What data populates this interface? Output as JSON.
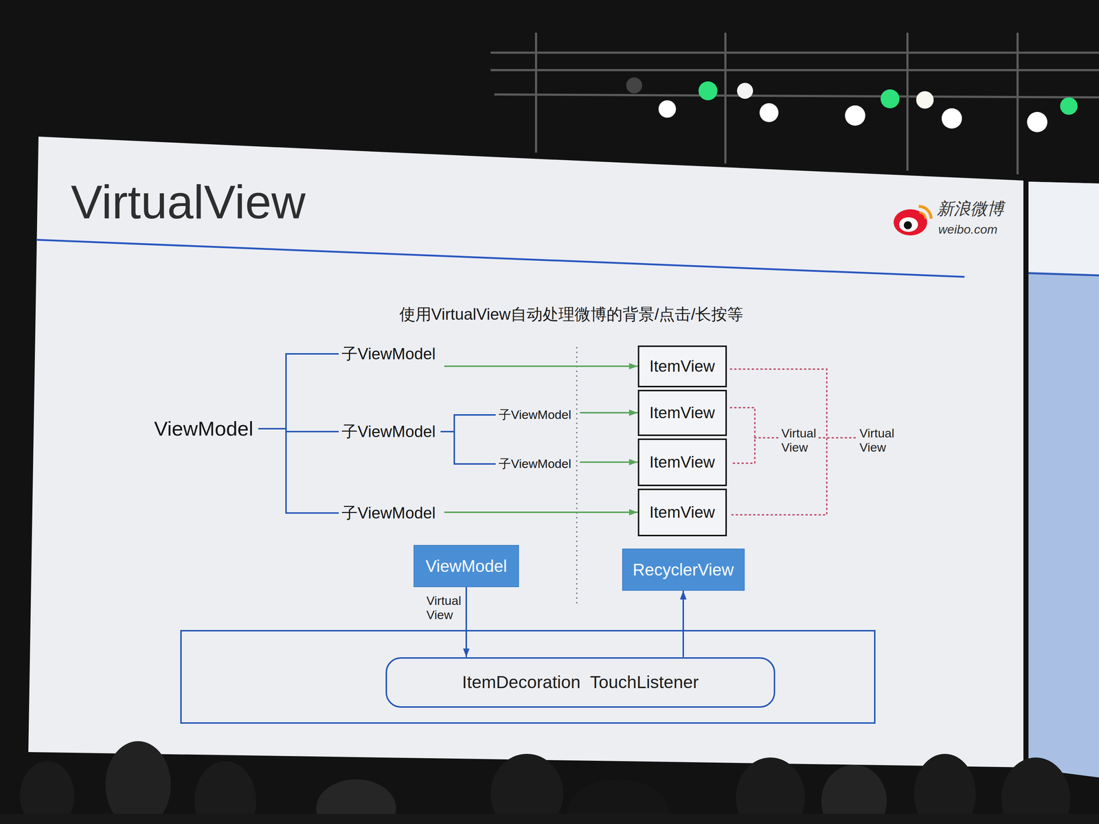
{
  "diagram": {
    "title": "VirtualView",
    "caption": "使用VirtualView自动处理微博的背景/点击/长按等",
    "nodes": [
      {
        "text": [
          "ViewModel"
        ]
      },
      {
        "text": [
          "子ViewModel"
        ]
      },
      {
        "text": [
          "子ViewModel"
        ]
      },
      {
        "text": [
          "子ViewModel"
        ]
      },
      {
        "text": [
          "子ViewModel"
        ]
      },
      {
        "text": [
          "子ViewModel"
        ]
      },
      {
        "text": [
          "ItemView"
        ]
      },
      {
        "text": [
          "ItemView"
        ]
      },
      {
        "text": [
          "ItemView"
        ]
      },
      {
        "text": [
          "ItemView"
        ]
      },
      {
        "text": [
          "ViewModel"
        ]
      },
      {
        "text": [
          "RecyclerView"
        ]
      },
      {
        "text": [
          "ItemDecoration TouchListener"
        ]
      }
    ],
    "edges": [
      {
        "from": 0,
        "to": 1,
        "arrow": "none"
      },
      {
        "from": 0,
        "to": 2,
        "arrow": "none"
      },
      {
        "from": 0,
        "to": 5,
        "arrow": "none"
      },
      {
        "from": 2,
        "to": 3,
        "arrow": "none"
      },
      {
        "from": 2,
        "to": 4,
        "arrow": "none"
      },
      {
        "from": 1,
        "to": 6,
        "arrow": "to"
      },
      {
        "from": 3,
        "to": 7,
        "arrow": "to"
      },
      {
        "from": 4,
        "to": 8,
        "arrow": "to"
      },
      {
        "from": 5,
        "to": 9,
        "arrow": "to"
      },
      {
        "from": 10,
        "to": 12,
        "label": "Virtual View",
        "arrow": "to"
      },
      {
        "from": 12,
        "to": 11,
        "arrow": "to"
      }
    ],
    "labels": [
      "新浪微博",
      "weibo.com",
      "Virtual View",
      "Virtual View"
    ]
  }
}
